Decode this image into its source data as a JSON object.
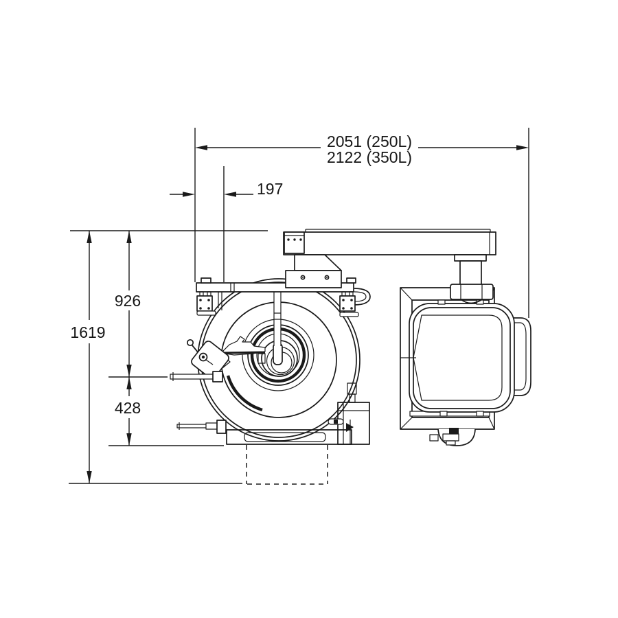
{
  "drawing": {
    "kind": "technical-dimension-drawing",
    "view": "side elevation of machine (drum unit with overhead arm and container)",
    "background_color": "#ffffff",
    "line_color": "#1a1a1a",
    "units_implied": "mm"
  },
  "dimensions": {
    "overall_width_line1": "2051 (250L)",
    "overall_width_line2": "2122 (350L)",
    "offset_width": "197",
    "height_total": "1619",
    "height_upper": "926",
    "height_lower": "428"
  }
}
